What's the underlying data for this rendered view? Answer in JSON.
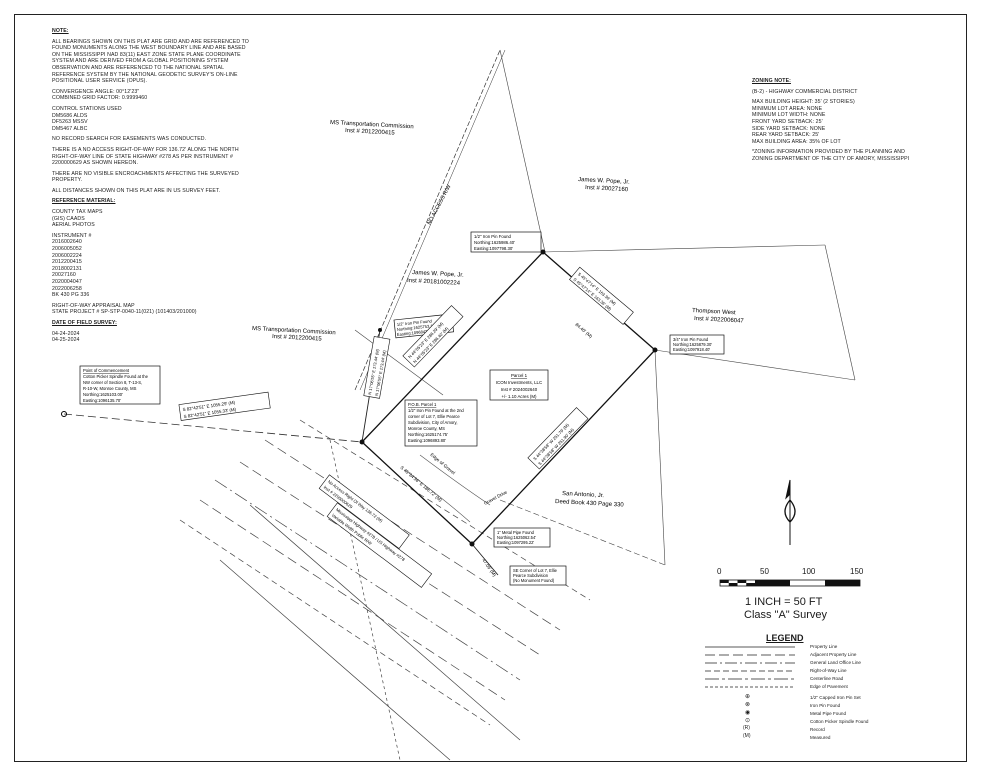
{
  "notes": {
    "heading": "NOTE:",
    "paragraphs": [
      "ALL BEARINGS SHOWN ON THIS PLAT ARE GRID AND ARE REFERENCED TO FOUND MONUMENTS ALONG THE WEST BOUNDARY LINE AND ARE BASED ON THE MISSISSIPPI NAD 83(11) EAST ZONE STATE PLANE COORDINATE SYSTEM AND ARE DERIVED FROM A GLOBAL POSITIONING SYSTEM OBSERVATION AND ARE REFERENCED TO THE NATIONAL SPATIAL REFERENCE SYSTEM BY THE NATIONAL GEODETIC SURVEY'S ON-LINE POSITIONAL USER SERVICE (OPUS).",
      "CONVERGENCE ANGLE: 00°12'23\"",
      "COMBINED GRID FACTOR: 0.9999460",
      "CONTROL STATIONS USED",
      "DM5686 ALDS",
      "DF5263 MSSV",
      "DM5467 ALBC",
      "NO RECORD SEARCH FOR EASEMENTS WAS CONDUCTED.",
      "THERE IS A NO ACCESS RIGHT-OF-WAY FOR 136.72' ALONG THE NORTH RIGHT-OF-WAY LINE OF STATE HIGHWAY #278 AS PER INSTRUMENT # 2200000629 AS SHOWN HEREON.",
      "THERE ARE NO VISIBLE ENCROACHMENTS AFFECTING THE SURVEYED PROPERTY.",
      "ALL DISTANCES SHOWN ON THIS PLAT ARE IN US SURVEY FEET."
    ],
    "reference_heading": "REFERENCE MATERIAL:",
    "reference_items": [
      "COUNTY TAX MAPS",
      "(GIS) CAADS",
      "AERIAL PHOTOS",
      "INSTRUMENT #",
      "2016002640",
      "2006005052",
      "2006002224",
      "2012200415",
      "2018002131",
      "20027160",
      "2020004047",
      "2022006258",
      "BK 430 PG 336"
    ],
    "row_heading": "RIGHT-OF-WAY APPRAISAL MAP",
    "row_project": "STATE PROJECT # SP-STP-0040-11(021) (101403/201000)",
    "field_heading": "DATE OF FIELD SURVEY:",
    "field_dates": [
      "04-24-2024",
      "04-25-2024"
    ]
  },
  "zoning": {
    "heading": "ZONING NOTE:",
    "district": "(B-2) - HIGHWAY COMMERCIAL DISTRICT",
    "items": [
      "MAX BUILDING HEIGHT: 35' (2 STORIES)",
      "MINIMUM LOT AREA: NONE",
      "MINIMUM LOT WIDTH: NONE",
      "FRONT YARD SETBACK: 25'",
      "SIDE YARD SETBACK: NONE",
      "REAR YARD SETBACK: 25'",
      "MAX BUILDING AREA: 35% OF LOT"
    ],
    "footer": "*ZONING INFORMATION PROVIDED BY THE PLANNING AND ZONING DEPARTMENT OF THE CITY OF AMORY, MISSISSIPPI"
  },
  "plat": {
    "ms_top_name": "MS Transportation Commission",
    "ms_top_inst": "Inst # 2012200415",
    "no_access": "NO ACCESS R/W",
    "pope_top_name": "James W. Pope, Jr.",
    "pope_top_inst": "Inst # 20027160",
    "pope_mid_name": "James W. Pope, Jr.",
    "pope_mid_inst": "Inst # 20181002224",
    "ms_left_name": "MS Transportation Commission",
    "ms_left_inst": "Inst # 2012200415",
    "thompson_name": "Thompson West",
    "thompson_inst": "Inst # 2022006047",
    "antonio_name": "San Antonio, Jr.",
    "antonio_inst": "Deed Book 430 Page 330",
    "iron_pin_top": [
      "1/2\" Iron Pin Found",
      "Northing:1625986.40'",
      "Easting:1097798.30'"
    ],
    "iron_pin_left": [
      "1/2\" Iron Pin Found",
      "Northing:1625753.18'",
      "Easting:1096843.60'"
    ],
    "iron_pin_right": [
      "3/4\" Iron Pin Found",
      "Northing:1625879.30'",
      "Easting:1097918.40'"
    ],
    "cotton_spindle": [
      "Point of Commencement",
      "Cotton Picker Spindle Found at the",
      "NW corner of Section 8, T-13-S,",
      "R-10-W, Monroe County, MS",
      "Northing:1625103.00'",
      "Easting:1096135.70'"
    ],
    "pob": [
      "P.O.B. Parcel 1",
      "1/2\" Iron Pin Found at the 2nd",
      "corner of Lot 7, Ellie Pearce",
      "Subdivision, City of Amory,",
      "Monroe County, MS",
      "Northing:1625174.75'",
      "Easting:1096893.80'"
    ],
    "parcel": [
      "Parcel 1",
      "ICON Investments, LLC",
      "Inst # 2024002640",
      "+/- 1.10 Acres (M)"
    ],
    "metal_pipe": [
      "1\" Metal Pipe Found",
      "Northing:1625062.54'",
      "Easting:1097295.22'"
    ],
    "se_corner": [
      "SE Corner of Lot 7, Ellie",
      "Pearce Subdivision",
      "(No Monument Found)"
    ],
    "bearing_tie": [
      "S 82°42'51\" E 1055.29' (M)",
      "S 82°42'51\" E 1055.33' (M)"
    ],
    "bearing_ne": [
      "N 44°05'23\" E 286.29' (M)",
      "N 44°05'23\" E 286.40' (M)"
    ],
    "bearing_se": [
      "S 45°47'14\" E 163.36' (M)",
      "S 45°47'14\" E 163.36' (M)"
    ],
    "bearing_sw_e": [
      "S 44°38'58\" W 251.79' (M)",
      "S 44°38'58\" W 251.90' (M)"
    ],
    "bearing_w": [
      "N 17°06'55\" E 173.44' (M)",
      "N 17°06'55\" E 173.44' (M)"
    ],
    "bearing_s": [
      "S 45°34'36\" E 186.72' (M)"
    ],
    "edge_gravel": "Edge of Gravel",
    "gravel_drive": "Gravel Drive",
    "hwy_label": [
      "Mississippi Highway #278 / US Highway #278",
      "Variable Width Public R/W"
    ],
    "row_label": "No Access Right Of Way 136.72 (M)",
    "row_inst": "Inst # 2200000629",
    "seg_label": "84.40' (M)",
    "seg_label2": "47.06' (M)"
  },
  "scale": {
    "ticks": [
      "0",
      "50",
      "100",
      "150"
    ],
    "ratio": "1 INCH = 50 FT",
    "class": "Class \"A\" Survey"
  },
  "legend": {
    "title": "LEGEND",
    "items": [
      "Property Line",
      "Adjacent Property Line",
      "General Land Office Line",
      "Right-of-Way Line",
      "Centerline Road",
      "Edge of Pavement",
      "1/2\" Capped Iron Pin Set",
      "Iron Pin Found",
      "Metal Pipe Found",
      "Cotton Picker Spindle Found",
      "Record",
      "Measured"
    ],
    "symbols": [
      "⊕",
      "⊗",
      "◉",
      "⊙",
      "(R)",
      "(M)"
    ]
  }
}
